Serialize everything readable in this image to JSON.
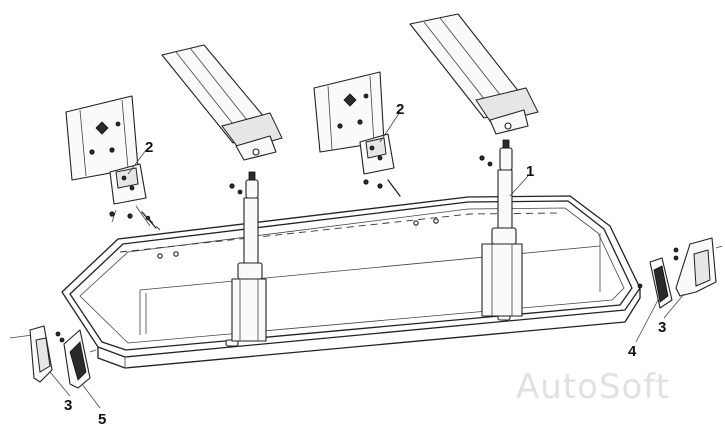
{
  "callouts": {
    "c1": "1",
    "c2a": "2",
    "c2b": "2",
    "c3a": "3",
    "c3b": "3",
    "c4": "4",
    "c5": "5"
  },
  "watermark": "AutoSoft"
}
